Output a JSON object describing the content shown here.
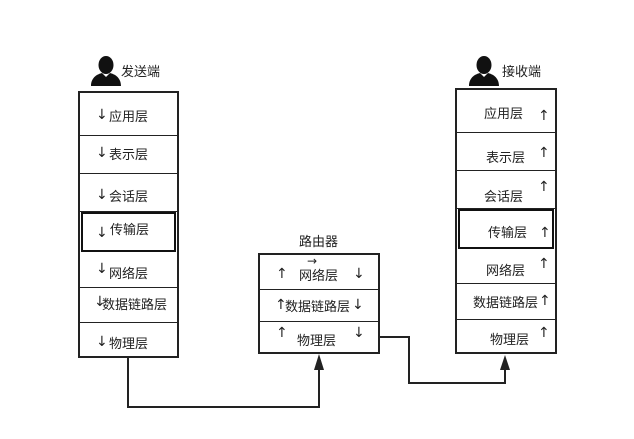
{
  "sender": {
    "title": "发送端",
    "icon": "user-icon",
    "layers": [
      {
        "label": "应用层",
        "arrow": "↓"
      },
      {
        "label": "表示层",
        "arrow": "↓"
      },
      {
        "label": "会话层",
        "arrow": "↓"
      },
      {
        "label": "传输层",
        "arrow": "↓"
      },
      {
        "label": "网络层",
        "arrow": "↓"
      },
      {
        "label": "数据链路层",
        "arrow": "↓"
      },
      {
        "label": "物理层",
        "arrow": "↓"
      }
    ]
  },
  "router": {
    "title": "路由器",
    "layers": [
      {
        "label": "网络层",
        "arrow_left": "↑",
        "arrow_right": "↓",
        "arrow_top": "→"
      },
      {
        "label": "数据链路层",
        "arrow_left": "↑",
        "arrow_right": "↓"
      },
      {
        "label": "物理层",
        "arrow_left": "↑",
        "arrow_right": "↓"
      }
    ]
  },
  "receiver": {
    "title": "接收端",
    "icon": "user-icon",
    "layers": [
      {
        "label": "应用层",
        "arrow": "↑"
      },
      {
        "label": "表示层",
        "arrow": "↑"
      },
      {
        "label": "会话层",
        "arrow": "↑"
      },
      {
        "label": "传输层",
        "arrow": "↑"
      },
      {
        "label": "网络层",
        "arrow": "↑"
      },
      {
        "label": "数据链路层",
        "arrow": "↑"
      },
      {
        "label": "物理层",
        "arrow": "↑"
      }
    ]
  },
  "colors": {
    "line": "#222222"
  }
}
